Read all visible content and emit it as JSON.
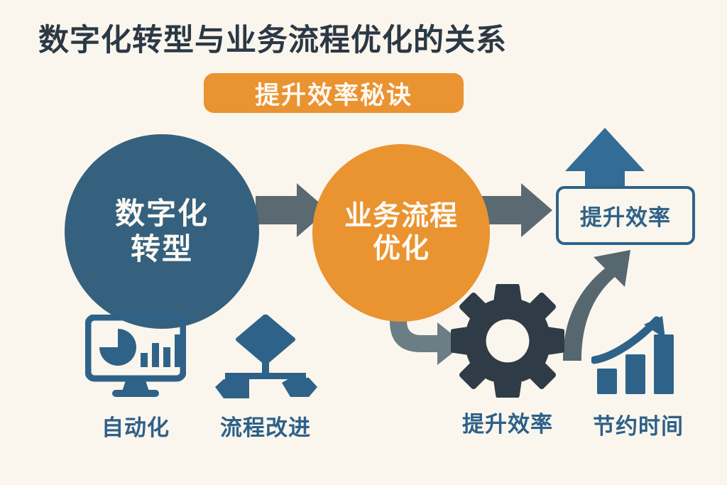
{
  "page": {
    "title": "数字化转型与业务流程优化的关系",
    "background_color": "#faf6ed"
  },
  "badge": {
    "label": "提升效率秘诀",
    "background_color": "#e99331",
    "text_color": "#fdf8f0"
  },
  "flow": {
    "nodes": [
      {
        "id": "digital-transformation",
        "shape": "circle",
        "line1": "数字化",
        "line2": "转型",
        "color": "#35617f",
        "text_color": "#fdfaf4"
      },
      {
        "id": "process-optimization",
        "shape": "circle",
        "line1": "业务流程",
        "line2": "优化",
        "color": "#e99331",
        "text_color": "#fdfaf4"
      },
      {
        "id": "efficiency-result",
        "shape": "rounded-box",
        "label": "提升效率",
        "border_color": "#2f6288",
        "text_color": "#2f6288"
      }
    ],
    "arrows": [
      {
        "id": "blue-to-orange",
        "style": "straight-right",
        "color": "#5b6a72"
      },
      {
        "id": "orange-to-box",
        "style": "straight-right",
        "color": "#5b6a72"
      },
      {
        "id": "orange-to-gear",
        "style": "elbow-down-right",
        "color": "#6b7d85"
      },
      {
        "id": "gear-to-box",
        "style": "curved-up-right",
        "color": "#56676f"
      },
      {
        "id": "box-up",
        "style": "up-arrow",
        "color": "#336c96"
      }
    ]
  },
  "icons": [
    {
      "id": "automation",
      "icon": "monitor-analytics-icon",
      "label": "自动化",
      "color": "#2f6288"
    },
    {
      "id": "process-improvement",
      "icon": "flowchart-icon",
      "label": "流程改进",
      "color": "#2f6288"
    },
    {
      "id": "efficiency",
      "icon": "gear-icon",
      "label": "提升效率",
      "color": "#2f3c47"
    },
    {
      "id": "time-saving",
      "icon": "growth-bar-chart-icon",
      "label": "节约时间",
      "color": "#2f6288"
    }
  ]
}
